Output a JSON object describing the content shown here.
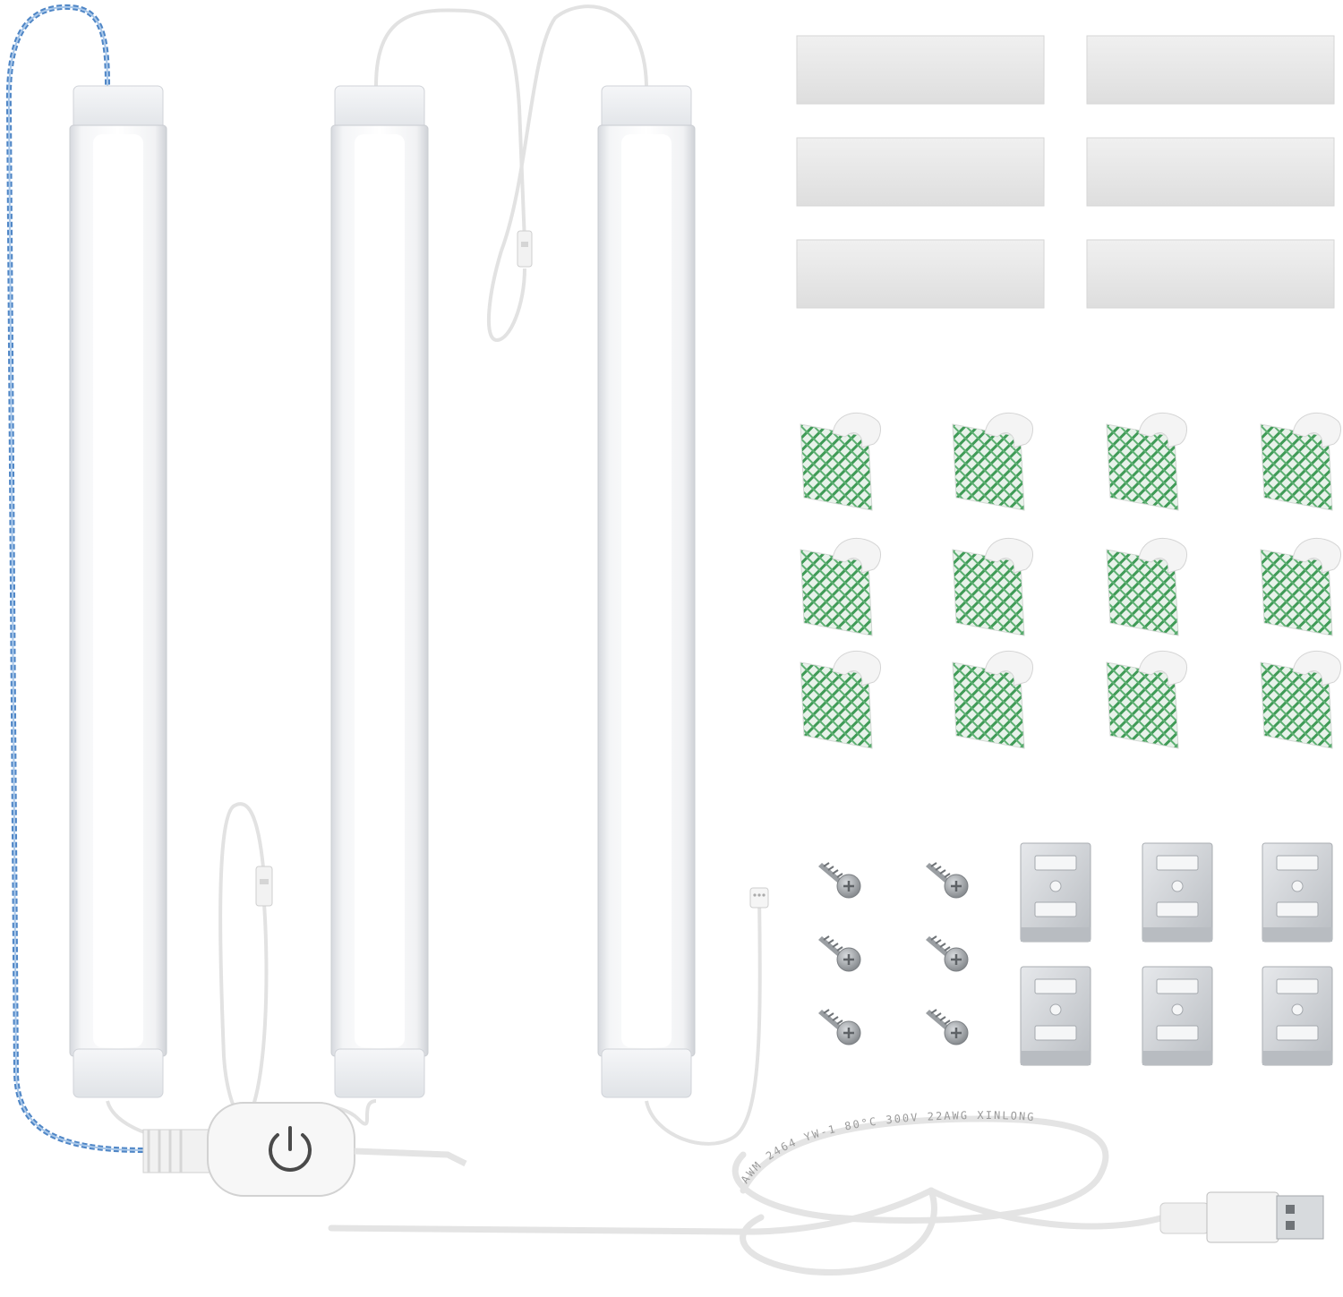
{
  "cable_print": {
    "text": "AWM 2464 YW-1 80°C 300V 22AWG XINLONG"
  },
  "colors": {
    "background": "#ffffff",
    "light_glow": "#ffffff",
    "bar_housing": "#eef0f3",
    "bar_cap": "#e9ecef",
    "braided_cable": "#4f86c6",
    "white_cable": "#e6e6e6",
    "adhesive_strip": "#e8e8e8",
    "clip_backing_green": "#3f9a56",
    "metal_bracket": "#cfd3d8",
    "screw": "#8e9296"
  },
  "icons": {
    "switch": "power-icon",
    "plug": "usb-plug-icon"
  },
  "items": {
    "light_bars": 3,
    "adhesive_strips": 6,
    "clips": 12,
    "screws": 6,
    "brackets": 6
  }
}
